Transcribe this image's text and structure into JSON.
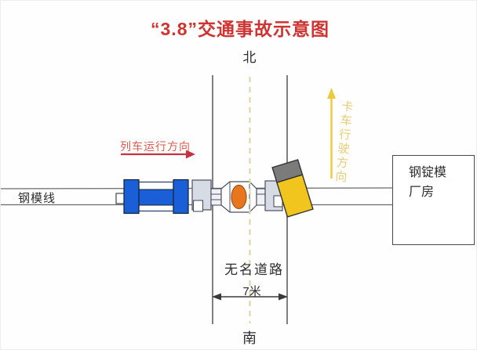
{
  "title": "“3.8”交通事故示意图",
  "compass": {
    "north": "北",
    "south": "南"
  },
  "rail": {
    "label": "钢模线"
  },
  "train": {
    "direction_label": "列车运行方向"
  },
  "truck": {
    "direction_label": "卡车行驶方向"
  },
  "road": {
    "name": "无名道路",
    "width_label": "7米"
  },
  "building": {
    "line1": "钢锭模",
    "line2": "厂房"
  },
  "colors": {
    "title_red": "#ce3431",
    "train_blue": "#1a5ed8",
    "truck_yellow": "#f2c41e",
    "truck_cab_gray": "#7b7b7b",
    "load_orange": "#e8761f",
    "arrow_red": "#c5333f",
    "arrow_yellow": "#eccb3a",
    "center_dash": "#dcd4a4",
    "coupler_gray": "#d7dbe4"
  }
}
